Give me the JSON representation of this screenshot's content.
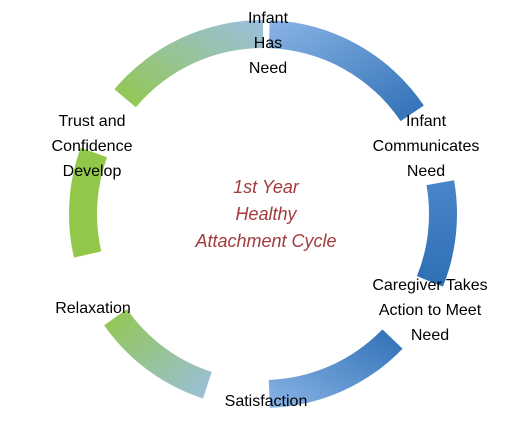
{
  "diagram": {
    "center_title": "1st Year\nHealthy\nAttachment Cycle",
    "center_color": "#a33b3b",
    "nodes": [
      {
        "id": "n1",
        "text": "Infant\nHas\nNeed"
      },
      {
        "id": "n2",
        "text": "Infant\nCommunicates\nNeed"
      },
      {
        "id": "n3",
        "text": "Caregiver Takes\nAction to Meet\nNeed"
      },
      {
        "id": "n4",
        "text": "Satisfaction"
      },
      {
        "id": "n5",
        "text": "Relaxation"
      },
      {
        "id": "n6",
        "text": "Trust and\nConfidence\nDevelop"
      }
    ],
    "colors": {
      "blue_light": "#8ab4e6",
      "blue_dark": "#2e6fb5",
      "green": "#92c84a",
      "blue_pale": "#9bbfe0"
    }
  }
}
